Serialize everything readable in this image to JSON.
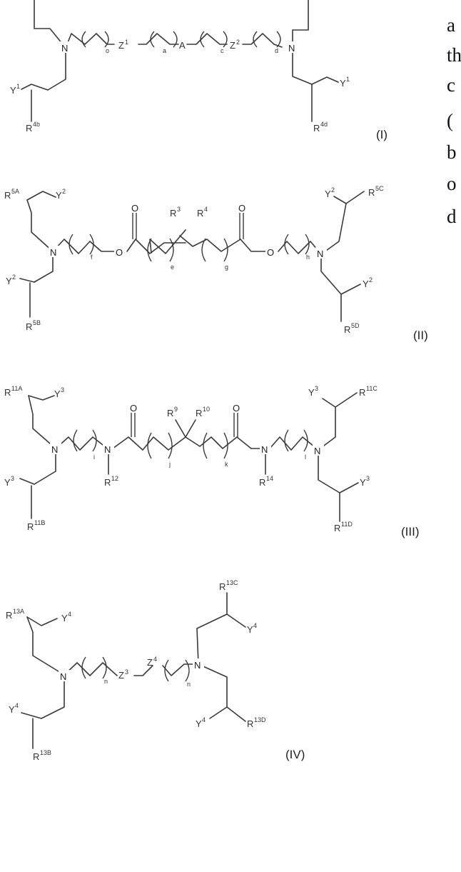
{
  "side_text": [
    "a",
    "th",
    "c",
    "(",
    "b",
    "o",
    "d"
  ],
  "formulas": [
    {
      "label": "(I)",
      "atoms": {
        "N_left": "N",
        "N_right": "N",
        "Z1": "Z",
        "Z1_sup": "1",
        "A": "A",
        "Z2": "Z",
        "Z2_sup": "2",
        "Y_left": "Y",
        "Y_left_sup": "1",
        "Y_right": "Y",
        "Y_right_sup": "1",
        "R_left": "R",
        "R_left_sup": "4b",
        "R_right": "R",
        "R_right_sup": "4d"
      },
      "subscripts": [
        "o",
        "a",
        "c",
        "d"
      ]
    },
    {
      "label": "(II)",
      "atoms": {
        "N_left": "N",
        "N_right": "N",
        "O_left_ester": "O",
        "O_left_carbonyl": "O",
        "O_right_ester": "O",
        "O_right_carbonyl": "O",
        "R3": "R",
        "R3_sup": "3",
        "R4": "R",
        "R4_sup": "4",
        "R_tl": "R",
        "R_tl_sup": "5A",
        "Y_tl": "Y",
        "Y_tl_sup": "2",
        "Y_bl": "Y",
        "Y_bl_sup": "2",
        "R_bl": "R",
        "R_bl_sup": "5B",
        "Y_tr": "Y",
        "Y_tr_sup": "2",
        "R_tr": "R",
        "R_tr_sup": "5C",
        "Y_br": "Y",
        "Y_br_sup": "2",
        "R_br": "R",
        "R_br_sup": "5D"
      },
      "subscripts": [
        "f",
        "e",
        "g",
        "h"
      ]
    },
    {
      "label": "(III)",
      "atoms": {
        "N_left": "N",
        "N_amide_left": "N",
        "N_amide_right": "N",
        "N_right": "N",
        "O_left": "O",
        "O_right": "O",
        "R9": "R",
        "R9_sup": "9",
        "R10": "R",
        "R10_sup": "10",
        "R12": "R",
        "R12_sup": "12",
        "R14": "R",
        "R14_sup": "14",
        "R_tl": "R",
        "R_tl_sup": "11A",
        "Y_tl": "Y",
        "Y_tl_sup": "3",
        "Y_bl": "Y",
        "Y_bl_sup": "3",
        "R_bl": "R",
        "R_bl_sup": "11B",
        "Y_tr": "Y",
        "Y_tr_sup": "3",
        "R_tr": "R",
        "R_tr_sup": "11C",
        "Y_br": "Y",
        "Y_br_sup": "3",
        "R_br": "R",
        "R_br_sup": "11D"
      },
      "subscripts": [
        "i",
        "j",
        "k",
        "l"
      ]
    },
    {
      "label": "(IV)",
      "atoms": {
        "N_left": "N",
        "N_right": "N",
        "Z3": "Z",
        "Z3_sup": "3",
        "Z4": "Z",
        "Z4_sup": "4",
        "R_tl": "R",
        "R_tl_sup": "13A",
        "Y_tl": "Y",
        "Y_tl_sup": "4",
        "Y_bl": "Y",
        "Y_bl_sup": "4",
        "R_bl": "R",
        "R_bl_sup": "13B",
        "R_tr": "R",
        "R_tr_sup": "13C",
        "Y_tr": "Y",
        "Y_tr_sup": "4",
        "Y_br": "Y",
        "Y_br_sup": "4",
        "R_br": "R",
        "R_br_sup": "13D"
      },
      "subscripts": [
        "n",
        "n"
      ]
    }
  ]
}
